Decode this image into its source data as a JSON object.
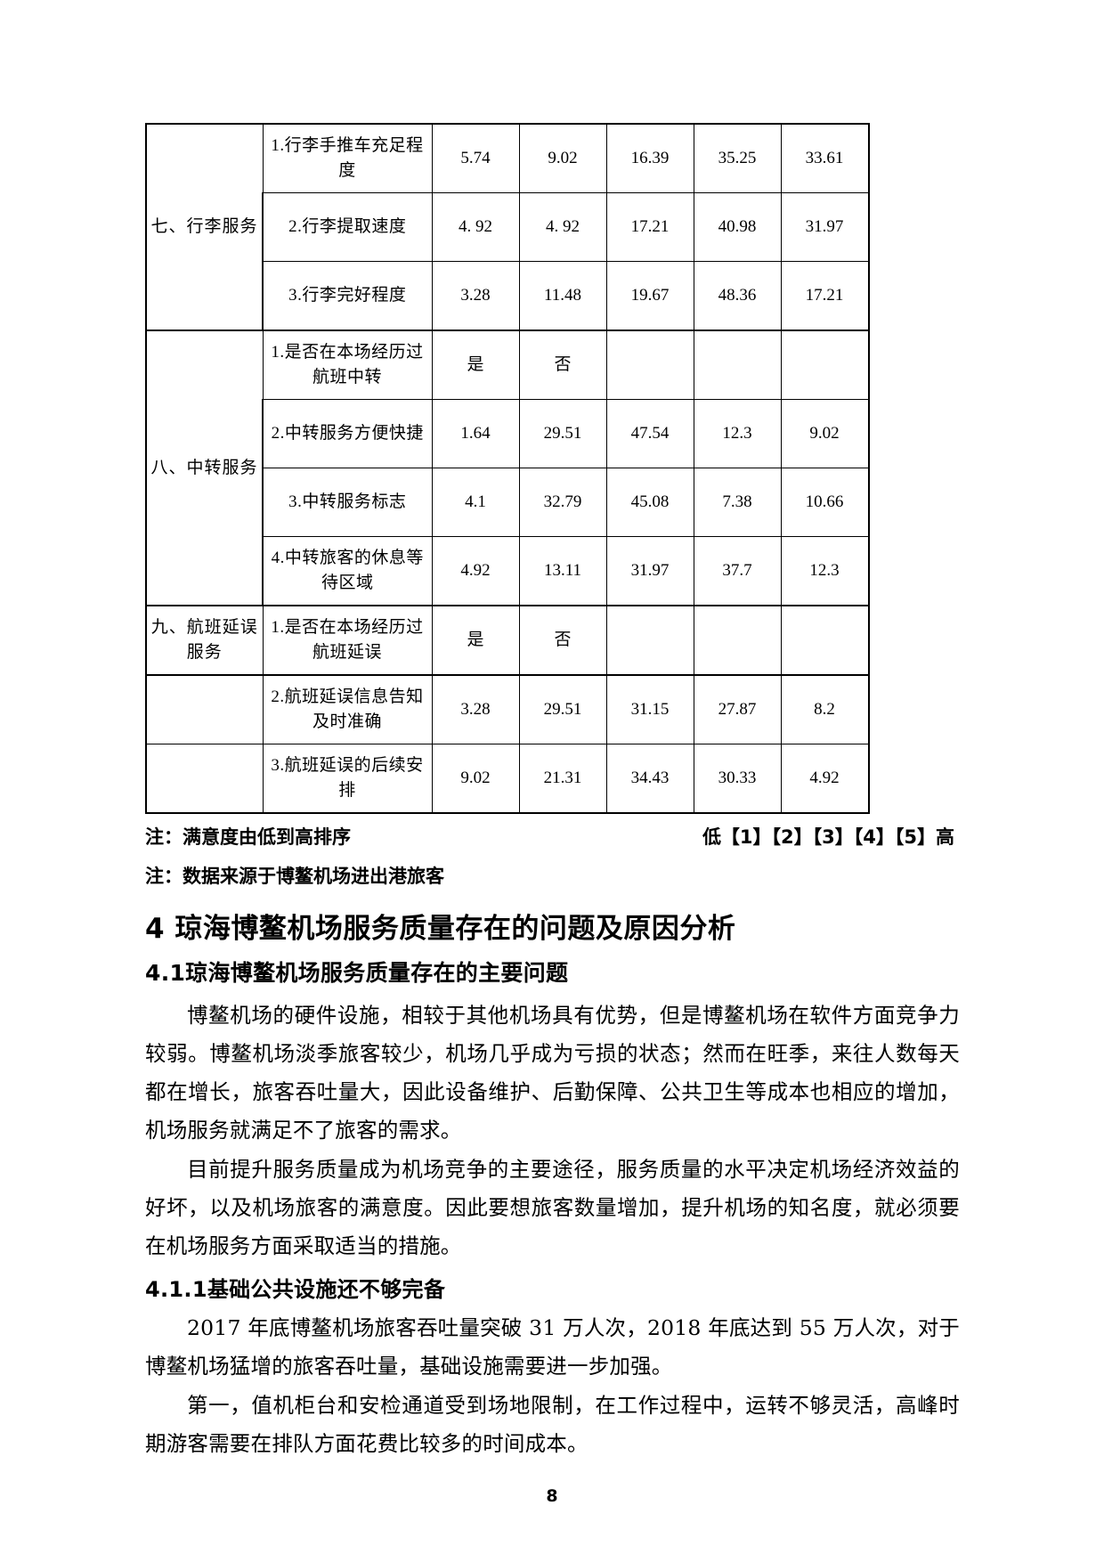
{
  "document": {
    "page_number": "8"
  },
  "table": {
    "rows": [
      {
        "category": "七、行李服务",
        "category_rowspan": 3,
        "group_start": true,
        "item": "1.行李手推车充足程度",
        "values": [
          "5.74",
          "9.02",
          "16.39",
          "35.25",
          "33.61"
        ],
        "height": "tall"
      },
      {
        "category": null,
        "item": "2.行李提取速度",
        "values": [
          "4. 92",
          "4. 92",
          "17.21",
          "40.98",
          "31.97"
        ],
        "height": "tall"
      },
      {
        "category": null,
        "item": "3.行李完好程度",
        "values": [
          "3.28",
          "11.48",
          "19.67",
          "48.36",
          "17.21"
        ],
        "height": "tall"
      },
      {
        "category": "八、中转服务",
        "category_rowspan": 4,
        "group_start": true,
        "item": "1.是否在本场经历过航班中转",
        "values": [
          "是",
          "否",
          "",
          "",
          ""
        ],
        "height": "tall"
      },
      {
        "category": null,
        "item": "2.中转服务方便快捷",
        "values": [
          "1.64",
          "29.51",
          "47.54",
          "12.3",
          "9.02"
        ],
        "height": "tall"
      },
      {
        "category": null,
        "item": "3.中转服务标志",
        "values": [
          "4.1",
          "32.79",
          "45.08",
          "7.38",
          "10.66"
        ],
        "height": "tall"
      },
      {
        "category": null,
        "item": "4.中转旅客的休息等待区域",
        "values": [
          "4.92",
          "13.11",
          "31.97",
          "37.7",
          "12.3"
        ],
        "height": "tall"
      },
      {
        "category": "九、航班延误服务",
        "category_rowspan": 1,
        "group_start": true,
        "item": "1.是否在本场经历过航班延误",
        "values": [
          "是",
          "否",
          "",
          "",
          ""
        ],
        "height": "tall"
      },
      {
        "category": null,
        "group_start": true,
        "item": "2.航班延误信息告知及时准确",
        "values": [
          "3.28",
          "29.51",
          "31.15",
          "27.87",
          "8.2"
        ],
        "height": "tall"
      },
      {
        "category": null,
        "item": "3.航班延误的后续安排",
        "values": [
          "9.02",
          "21.31",
          "34.43",
          "30.33",
          "4.92"
        ],
        "height": "tall"
      }
    ]
  },
  "notes": {
    "note1_left": "注：满意度由低到高排序",
    "note1_right": "低【1】【2】【3】【4】【5】高",
    "note2": "注：数据来源于博鳌机场进出港旅客"
  },
  "headings": {
    "section4": "4 琼海博鳌机场服务质量存在的问题及原因分析",
    "section41": "4.1琼海博鳌机场服务质量存在的主要问题",
    "section411": "4.1.1基础公共设施还不够完备"
  },
  "paragraphs": {
    "p1": "博鳌机场的硬件设施，相较于其他机场具有优势，但是博鳌机场在软件方面竞争力较弱。博鳌机场淡季旅客较少，机场几乎成为亏损的状态；然而在旺季，来往人数每天都在增长，旅客吞吐量大，因此设备维护、后勤保障、公共卫生等成本也相应的增加，机场服务就满足不了旅客的需求。",
    "p2": "目前提升服务质量成为机场竞争的主要途径，服务质量的水平决定机场经济效益的好坏，以及机场旅客的满意度。因此要想旅客数量增加，提升机场的知名度，就必须要在机场服务方面采取适当的措施。",
    "p3": "2017 年底博鳌机场旅客吞吐量突破 31 万人次，2018 年底达到 55 万人次，对于博鳌机场猛增的旅客吞吐量，基础设施需要进一步加强。",
    "p4": "第一，值机柜台和安检通道受到场地限制，在工作过程中，运转不够灵活，高峰时期游客需要在排队方面花费比较多的时间成本。"
  }
}
